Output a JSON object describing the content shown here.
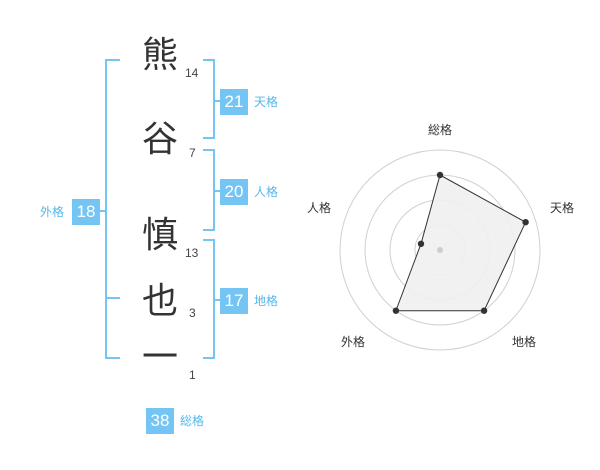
{
  "name": {
    "characters": [
      {
        "char": "熊",
        "strokes": "14"
      },
      {
        "char": "谷",
        "strokes": "7"
      },
      {
        "char": "慎",
        "strokes": "13"
      },
      {
        "char": "也",
        "strokes": "3"
      },
      {
        "char": "一",
        "strokes": "1"
      }
    ]
  },
  "fortunes": {
    "tenkaku": {
      "value": "21",
      "label": "天格"
    },
    "jinkaku": {
      "value": "20",
      "label": "人格"
    },
    "chikaku": {
      "value": "17",
      "label": "地格"
    },
    "gaikaku": {
      "value": "18",
      "label": "外格"
    },
    "soukaku": {
      "value": "38",
      "label": "総格"
    }
  },
  "colors": {
    "accent": "#74c5f4",
    "bracket": "#74c5f4",
    "label": "#55b7ec",
    "text": "#333333"
  },
  "chart_data": {
    "type": "radar",
    "axes": [
      "総格",
      "天格",
      "地格",
      "外格",
      "人格"
    ],
    "values": [
      0.75,
      0.9,
      0.75,
      0.75,
      0.2
    ],
    "max": 1,
    "rings": 4,
    "grid": true
  }
}
